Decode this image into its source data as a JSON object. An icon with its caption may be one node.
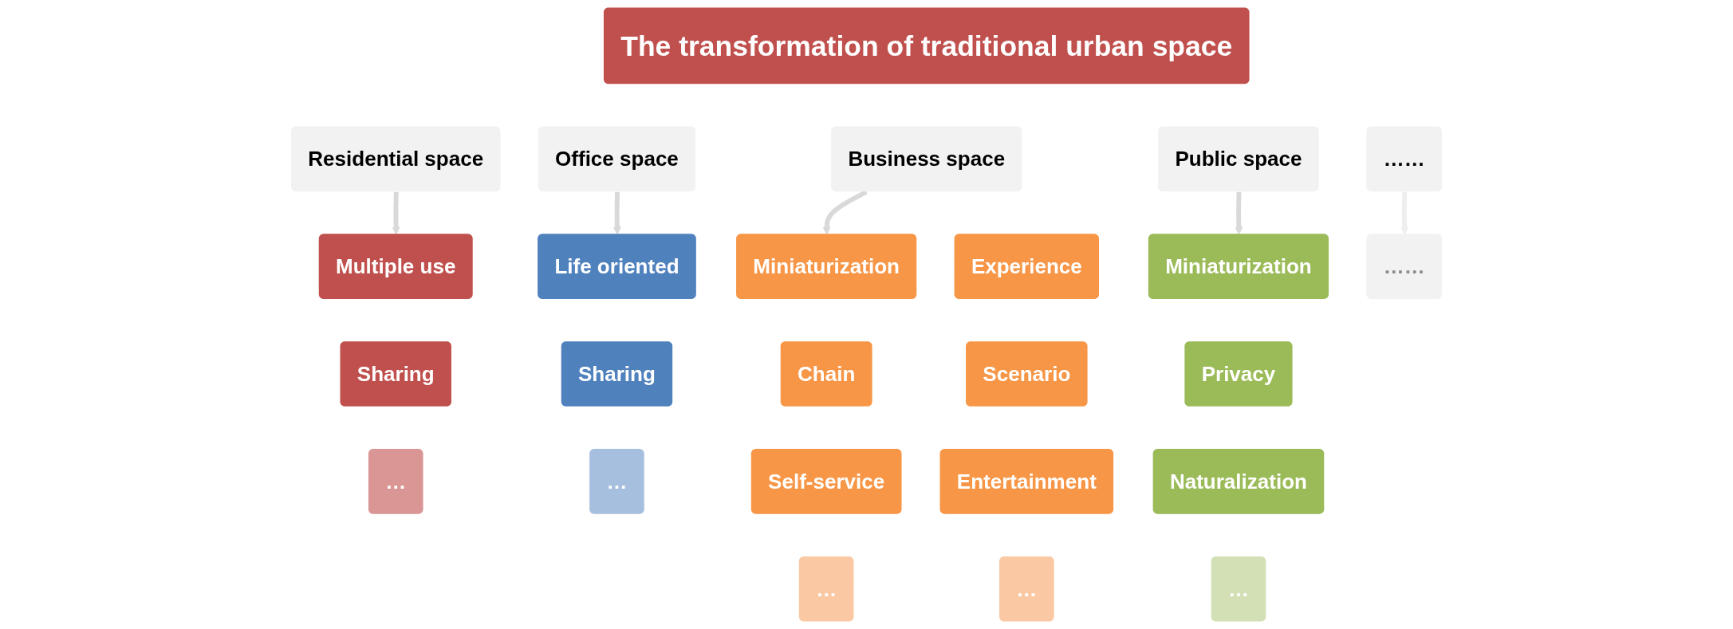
{
  "diagram": {
    "nodes": [
      {
        "text": [
          "The transformation of traditional urban space"
        ]
      },
      {
        "text": [
          "Residential space"
        ]
      },
      {
        "text": [
          "Office space"
        ]
      },
      {
        "text": [
          "Business space"
        ]
      },
      {
        "text": [
          "Public space"
        ]
      },
      {
        "text": [
          "……"
        ]
      },
      {
        "text": [
          "Multiple use"
        ]
      },
      {
        "text": [
          "Sharing"
        ]
      },
      {
        "text": [
          "…"
        ]
      },
      {
        "text": [
          "Life oriented"
        ]
      },
      {
        "text": [
          "Sharing"
        ]
      },
      {
        "text": [
          "…"
        ]
      },
      {
        "text": [
          "Miniaturization"
        ]
      },
      {
        "text": [
          "Experience"
        ]
      },
      {
        "text": [
          "Chain"
        ]
      },
      {
        "text": [
          "Scenario"
        ]
      },
      {
        "text": [
          "Self-service"
        ]
      },
      {
        "text": [
          "Entertainment"
        ]
      },
      {
        "text": [
          "…"
        ]
      },
      {
        "text": [
          "…"
        ]
      },
      {
        "text": [
          "Miniaturization"
        ]
      },
      {
        "text": [
          "Privacy"
        ]
      },
      {
        "text": [
          "Naturalization"
        ]
      },
      {
        "text": [
          "…"
        ]
      },
      {
        "text": [
          "……"
        ]
      }
    ],
    "edges": [
      {
        "from": 1,
        "to": 6,
        "arrow": "to"
      },
      {
        "from": 2,
        "to": 9,
        "arrow": "to"
      },
      {
        "from": 3,
        "to": 12,
        "arrow": "to"
      },
      {
        "from": 4,
        "to": 20,
        "arrow": "to"
      },
      {
        "from": 5,
        "to": 24,
        "arrow": "to",
        "color": "#eeeeee"
      }
    ]
  }
}
